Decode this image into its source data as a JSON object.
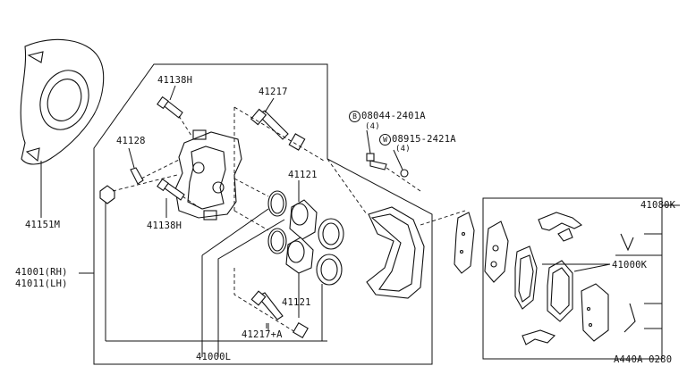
{
  "labels": {
    "p41138h_top": "41138H",
    "p41217": "41217",
    "p41128": "41128",
    "p41138h_bottom": "41138H",
    "p41121_top": "41121",
    "p41121_bottom": "41121",
    "p41151m": "41151M",
    "p41001": "41001(RH)",
    "p41011": "41011(LH)",
    "p41217a": "41217+A",
    "p41000l": "41000L",
    "p41080k": "41080K",
    "p41000k": "41000K",
    "bolt_b": "08044-2401A",
    "bolt_b_qty": "(4)",
    "washer_w": "08915-2421A",
    "washer_w_qty": "(4)",
    "circle_b": "B",
    "circle_w": "W",
    "diagram_code": "A440A 0280"
  }
}
